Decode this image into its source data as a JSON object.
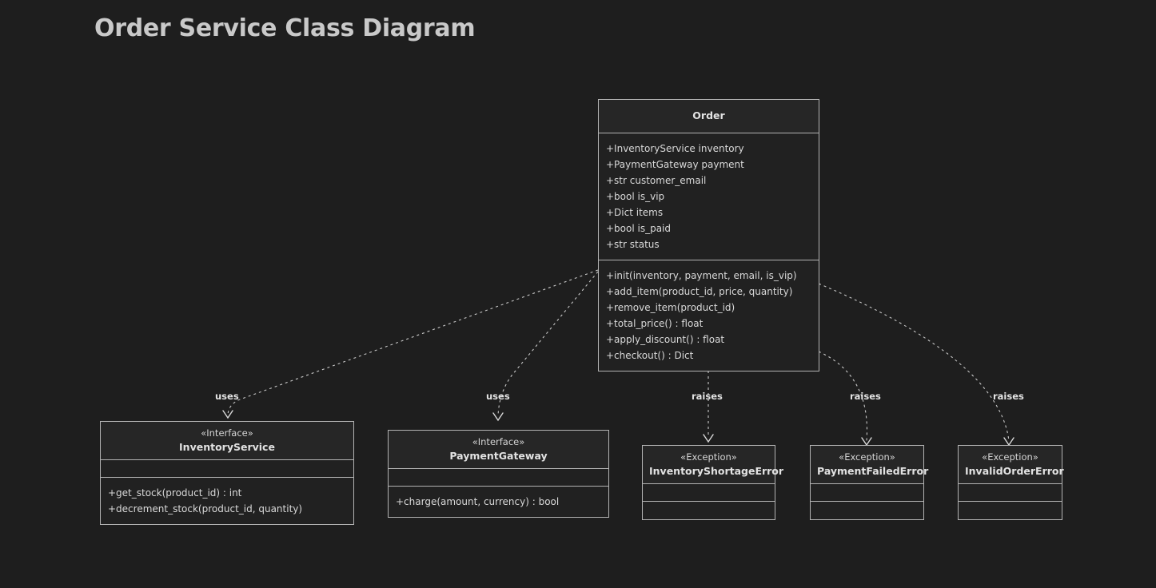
{
  "title": "Order Service Class Diagram",
  "theme": {
    "background": "#1e1e1e",
    "node_fill": "#212121",
    "header_fill": "#262626",
    "border": "#b3b3b3",
    "text": "#d9d9d9",
    "title_text": "#c9c9c9",
    "edge": "#c8c8c8"
  },
  "nodes": [
    {
      "id": "order",
      "stereotype": "",
      "name": "Order",
      "attributes": [
        "+InventoryService inventory",
        "+PaymentGateway payment",
        "+str customer_email",
        "+bool is_vip",
        "+Dict items",
        "+bool is_paid",
        "+str status"
      ],
      "methods": [
        "+init(inventory, payment, email, is_vip)",
        "+add_item(product_id, price, quantity)",
        "+remove_item(product_id)",
        "+total_price() : float",
        "+apply_discount() : float",
        "+checkout() : Dict"
      ]
    },
    {
      "id": "inventory-service",
      "stereotype": "«Interface»",
      "name": "InventoryService",
      "attributes": [],
      "methods": [
        "+get_stock(product_id) : int",
        "+decrement_stock(product_id, quantity)"
      ]
    },
    {
      "id": "payment-gateway",
      "stereotype": "«Interface»",
      "name": "PaymentGateway",
      "attributes": [],
      "methods": [
        "+charge(amount, currency) : bool"
      ]
    },
    {
      "id": "inventory-shortage-error",
      "stereotype": "«Exception»",
      "name": "InventoryShortageError",
      "attributes": [],
      "methods": []
    },
    {
      "id": "payment-failed-error",
      "stereotype": "«Exception»",
      "name": "PaymentFailedError",
      "attributes": [],
      "methods": []
    },
    {
      "id": "invalid-order-error",
      "stereotype": "«Exception»",
      "name": "InvalidOrderError",
      "attributes": [],
      "methods": []
    }
  ],
  "edges": [
    {
      "id": "order-uses-inventory",
      "label": "uses",
      "from": "order",
      "to": "inventory-service",
      "style": "dashed"
    },
    {
      "id": "order-uses-payment",
      "label": "uses",
      "from": "order",
      "to": "payment-gateway",
      "style": "dashed"
    },
    {
      "id": "order-raises-shortage",
      "label": "raises",
      "from": "order",
      "to": "inventory-shortage-error",
      "style": "dashed"
    },
    {
      "id": "order-raises-payment-failed",
      "label": "raises",
      "from": "order",
      "to": "payment-failed-error",
      "style": "dashed"
    },
    {
      "id": "order-raises-invalid",
      "label": "raises",
      "from": "order",
      "to": "invalid-order-error",
      "style": "dashed"
    }
  ]
}
